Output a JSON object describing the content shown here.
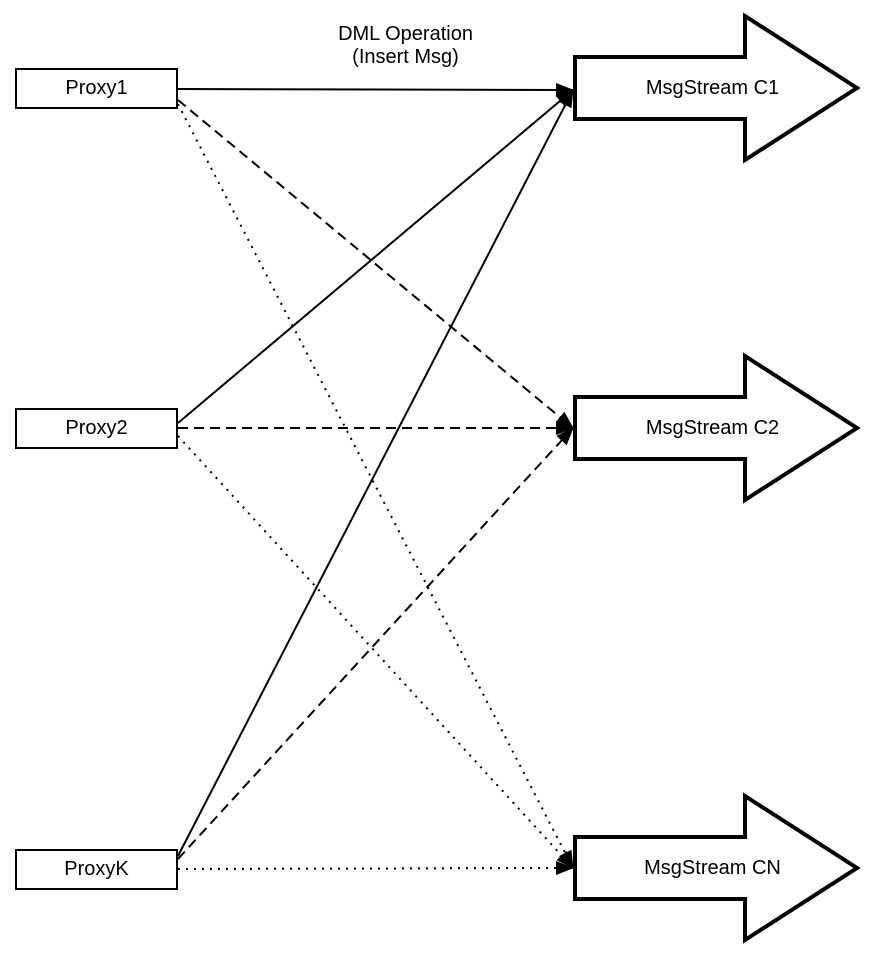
{
  "title": {
    "line1": "DML Operation",
    "line2": "(Insert Msg)"
  },
  "proxies": [
    {
      "id": "p1",
      "label": "Proxy1"
    },
    {
      "id": "p2",
      "label": "Proxy2"
    },
    {
      "id": "pk",
      "label": "ProxyK"
    }
  ],
  "streams": [
    {
      "id": "c1",
      "label": "MsgStream C1"
    },
    {
      "id": "c2",
      "label": "MsgStream C2"
    },
    {
      "id": "cn",
      "label": "MsgStream CN"
    }
  ],
  "edges": [
    {
      "from": "p1",
      "to": "c1",
      "style": "solid"
    },
    {
      "from": "p1",
      "to": "c2",
      "style": "dashed"
    },
    {
      "from": "p1",
      "to": "cn",
      "style": "dotted"
    },
    {
      "from": "p2",
      "to": "c1",
      "style": "solid"
    },
    {
      "from": "p2",
      "to": "c2",
      "style": "dashed"
    },
    {
      "from": "p2",
      "to": "cn",
      "style": "dotted"
    },
    {
      "from": "pk",
      "to": "c1",
      "style": "solid"
    },
    {
      "from": "pk",
      "to": "c2",
      "style": "dashed"
    },
    {
      "from": "pk",
      "to": "cn",
      "style": "dotted"
    }
  ],
  "legend": {
    "solid_means": "to MsgStream C1",
    "dashed_means": "to MsgStream C2",
    "dotted_means": "to MsgStream CN"
  },
  "colors": {
    "ink": "#000000",
    "background": "#ffffff"
  }
}
